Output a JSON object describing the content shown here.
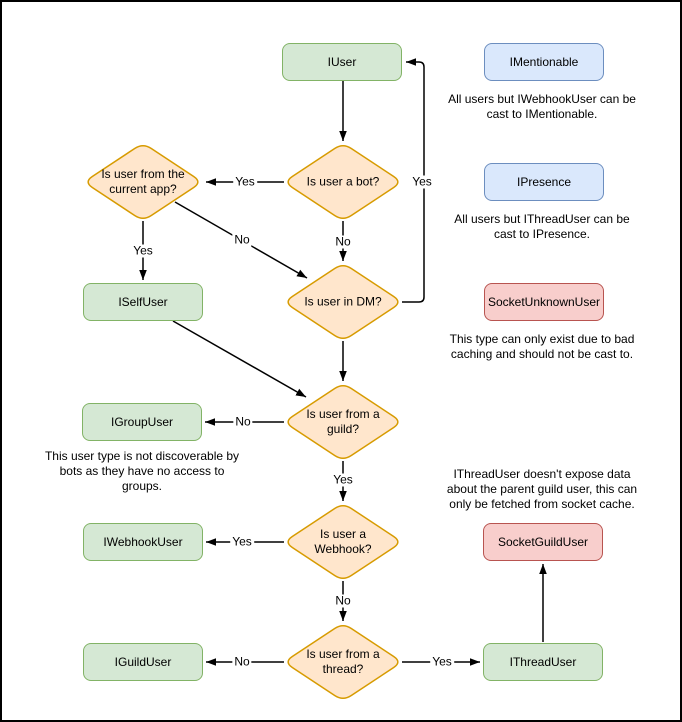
{
  "nodes": {
    "iuser": {
      "label": "IUser",
      "kind": "class"
    },
    "iselfuser": {
      "label": "ISelfUser",
      "kind": "class"
    },
    "igroupuser": {
      "label": "IGroupUser",
      "kind": "class"
    },
    "iwebhookuser": {
      "label": "IWebhookUser",
      "kind": "class"
    },
    "iguilduser": {
      "label": "IGuildUser",
      "kind": "class"
    },
    "ithreaduser": {
      "label": "IThreadUser",
      "kind": "class"
    },
    "imentionable": {
      "label": "IMentionable",
      "kind": "interface"
    },
    "ipresence": {
      "label": "IPresence",
      "kind": "interface"
    },
    "socketunknownuser": {
      "label": "SocketUnknownUser",
      "kind": "socket"
    },
    "socketguilduser": {
      "label": "SocketGuildUser",
      "kind": "socket"
    }
  },
  "decisions": {
    "is_bot": {
      "label": "Is user a bot?"
    },
    "is_current_app": {
      "label": "Is user from the current app?"
    },
    "is_dm": {
      "label": "Is user in DM?"
    },
    "is_guild": {
      "label": "Is user from a guild?"
    },
    "is_webhook": {
      "label": "Is user a Webhook?"
    },
    "is_thread": {
      "label": "Is user from a thread?"
    }
  },
  "edge_labels": {
    "bot_to_current_app": "Yes",
    "bot_to_dm": "No",
    "current_app_to_iselfuser": "Yes",
    "current_app_to_dm": "No",
    "dm_to_iuser": "Yes",
    "guild_to_igroupuser": "No",
    "guild_to_webhook": "Yes",
    "webhook_to_iwebhookuser": "Yes",
    "webhook_to_thread": "No",
    "thread_to_iguilduser": "No",
    "thread_to_ithreaduser": "Yes"
  },
  "notes": {
    "imentionable": {
      "lines": [
        "All users but IWebhookUser can be",
        "cast to IMentionable."
      ]
    },
    "ipresence": {
      "lines": [
        "All users but IThreadUser can be",
        "cast to IPresence."
      ]
    },
    "socketunknownuser": {
      "lines": [
        "This type can only exist due to bad",
        "caching and should not be cast to."
      ]
    },
    "igroupuser": {
      "lines": [
        "This user type is not discoverable by",
        "bots as they have no access to",
        "groups."
      ]
    },
    "ithreaduser": {
      "lines": [
        "IThreadUser doesn't expose data",
        "about the parent guild user, this can",
        "only be fetched from socket cache."
      ]
    }
  },
  "colors": {
    "class_fill": "#d5e8d4",
    "class_stroke": "#82b366",
    "decision_fill": "#ffe6cc",
    "decision_stroke": "#d79b00",
    "interface_fill": "#dae8fc",
    "interface_stroke": "#6c8ebf",
    "socket_fill": "#f8cecc",
    "socket_stroke": "#b85450",
    "line": "#000000",
    "background": "#ffffff",
    "frame": "#000000"
  }
}
